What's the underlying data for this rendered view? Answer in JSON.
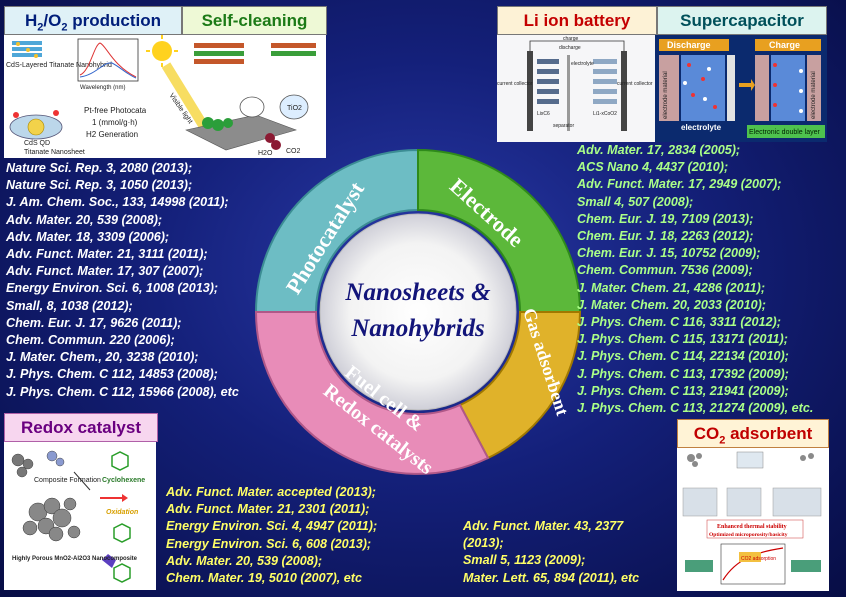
{
  "panels": {
    "h2o2": {
      "title_main": "H",
      "title_sub1": "2",
      "title_mid": "/O",
      "title_sub2": "2",
      "title_end": " production",
      "labels": [
        "CdS-Layered Titanate Nanohybrid",
        "CdS QD",
        "Titanate Nanosheet",
        "Pt-free Photocatalyst",
        "1 (mmol/g·h)",
        "H2 Generation",
        "Wavelength (nm)"
      ]
    },
    "self_cleaning": {
      "title": "Self-cleaning",
      "labels": [
        "TiO2",
        "CO2",
        "H2O",
        "Visible light"
      ]
    },
    "li_ion": {
      "title": "Li ion battery",
      "labels": [
        "charge",
        "discharge",
        "electrolyte",
        "current collector",
        "current collector",
        "separator",
        "LixC6",
        "Li1-xCoO2"
      ]
    },
    "supercap": {
      "title": "Supercapacitor",
      "labels": [
        "Discharge",
        "Charge",
        "electrolyte",
        "Electronic double layer",
        "electrode material",
        "electrode material"
      ]
    },
    "redox": {
      "title": "Redox catalyst",
      "labels": [
        "Composite Formation",
        "Cyclohexene",
        "Oxidation",
        "Highly Porous MnO2-Al2O3 Nanocomposite"
      ]
    },
    "co2": {
      "title_main": "CO",
      "title_sub": "2",
      "title_end": " adsorbent",
      "labels": [
        "Enhanced thermal stability",
        "Optimized microporosity/basicity",
        "CO2 adsorption"
      ]
    }
  },
  "center": {
    "line1": "Nanosheets &",
    "line2": "Nanohybrids"
  },
  "ring": {
    "photocatalyst": "Photocatalyst",
    "electrode": "Electrode",
    "gas": "Gas adsorbent",
    "fuel1": "Fuel cell &",
    "fuel2": "Redox catalysts"
  },
  "refs": {
    "photocatalyst": [
      "Nature Sci. Rep. 3, 2080 (2013);",
      "Nature Sci. Rep. 3, 1050 (2013);",
      "J. Am. Chem. Soc., 133, 14998 (2011);",
      "Adv. Mater. 20, 539 (2008);",
      "Adv. Mater. 18, 3309 (2006);",
      "Adv. Funct. Mater. 21, 3111 (2011);",
      "Adv. Funct. Mater. 17, 307 (2007);",
      "Energy Environ. Sci. 6, 1008 (2013);",
      "Small, 8, 1038 (2012);",
      "Chem. Eur. J. 17, 9626 (2011);",
      "Chem. Commun. 220  (2006);",
      "J. Mater. Chem., 20, 3238 (2010);",
      "J. Phys. Chem. C 112, 14853 (2008);",
      "J. Phys. Chem. C 112, 15966  (2008), etc"
    ],
    "electrode": [
      "Adv. Mater. 17, 2834 (2005);",
      "ACS Nano 4, 4437 (2010);",
      "Adv. Funct. Mater. 17, 2949 (2007);",
      "Small 4, 507 (2008);",
      "Chem. Eur. J. 19, 7109 (2013);",
      "Chem. Eur. J. 18, 2263 (2012);",
      "Chem. Eur. J. 15, 10752 (2009);",
      "Chem. Commun. 7536 (2009);",
      "J. Mater. Chem. 21, 4286 (2011);",
      "J. Mater. Chem. 20, 2033 (2010);",
      "J. Phys. Chem. C 116, 3311 (2012);",
      "J. Phys. Chem. C 115, 13171 (2011);",
      "J. Phys. Chem. C 114, 22134 (2010);",
      "J. Phys. Chem. C 113, 17392 (2009);",
      "J. Phys. Chem. C 113, 21941 (2009);",
      "J. Phys. Chem. C 113, 21274 (2009), etc."
    ],
    "redox": [
      "Adv. Funct. Mater. accepted (2013);",
      "Adv. Funct. Mater. 21, 2301 (2011);",
      "Energy Environ. Sci. 4, 4947 (2011);",
      "Energy Environ. Sci. 6, 608 (2013);",
      "Adv. Mater. 20, 539 (2008);",
      "Chem. Mater. 19, 5010 (2007), etc"
    ],
    "gas": [
      "Adv. Funct. Mater. 43, 2377",
      "(2013);",
      "Small 5, 1123 (2009);",
      "Mater. Lett. 65, 894 (2011), etc"
    ]
  },
  "colors": {
    "photocatalyst": "#6dbdc4",
    "electrode": "#5cb83a",
    "gas": "#e0b22a",
    "fuel": "#e88cb8",
    "refs_white": "#ffffff",
    "refs_green": "#aaff88",
    "refs_yellow": "#ffff66"
  }
}
